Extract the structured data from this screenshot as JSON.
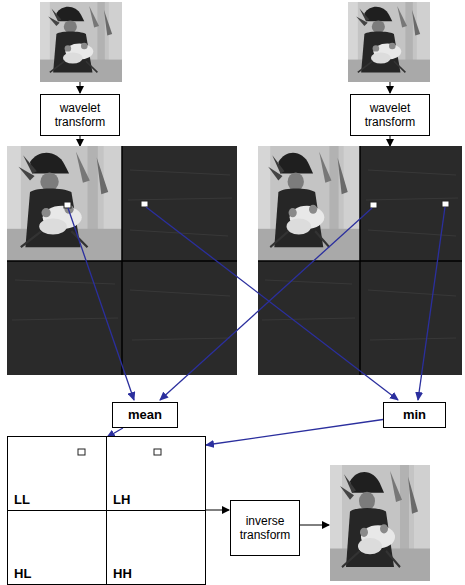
{
  "diagram": {
    "nodes": [
      {
        "text": [
          "wavelet transform"
        ]
      },
      {
        "text": [
          "wavelet transform"
        ]
      },
      {
        "text": [
          "mean"
        ]
      },
      {
        "text": [
          "min"
        ]
      },
      {
        "text": [
          "LL"
        ]
      },
      {
        "text": [
          "LH"
        ]
      },
      {
        "text": [
          "HL"
        ]
      },
      {
        "text": [
          "HH"
        ]
      },
      {
        "text": [
          "inverse transform"
        ]
      }
    ],
    "edges": [
      {
        "from": 2,
        "to": 4,
        "arrow": "to"
      },
      {
        "from": 3,
        "to": 5,
        "arrow": "to"
      }
    ]
  }
}
